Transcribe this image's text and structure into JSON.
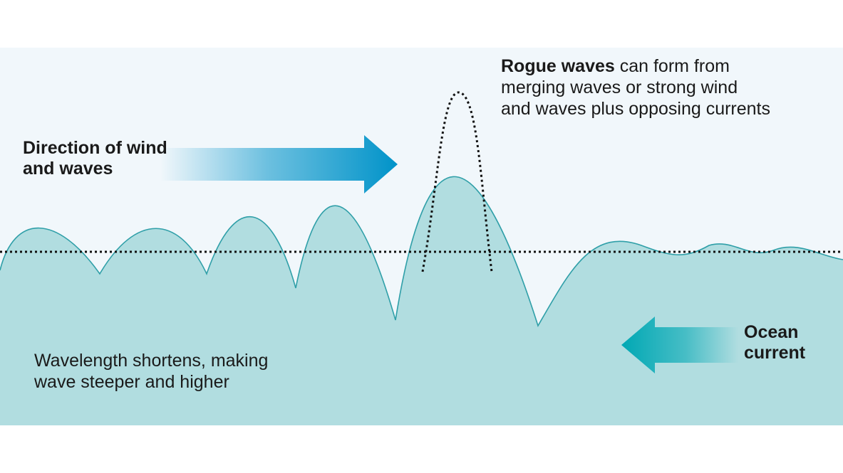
{
  "diagram": {
    "wind_label": [
      "Direction of wind",
      "and waves"
    ],
    "rogue_label": {
      "bold": "Rogue waves",
      "line1_rest": " can form from",
      "line2": "merging waves or strong wind",
      "line3": "and waves plus opposing currents"
    },
    "current_label": [
      "Ocean",
      "current"
    ],
    "wavelength_label": [
      "Wavelength shortens, making",
      "wave steeper and higher"
    ],
    "colors": {
      "sky": "#f1f7fb",
      "water": "#b1dde0",
      "wave_line": "#2f9fa8",
      "wind_arrow": "#0093c9",
      "current_arrow": "#00a8b4",
      "dotted": "#111111"
    }
  }
}
